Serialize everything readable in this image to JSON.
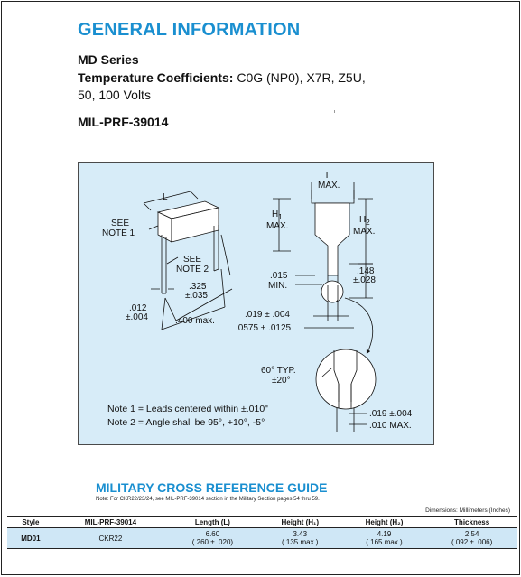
{
  "header": {
    "title": "GENERAL INFORMATION",
    "series": "MD Series",
    "tempco_label": "Temperature Coefficients:",
    "tempco_values": " C0G (NP0), X7R, Z5U,",
    "voltages": "50, 100 Volts",
    "mil_spec": "MIL-PRF-39014"
  },
  "diagram": {
    "label_L": "L",
    "label_see_note_1_a": "SEE",
    "label_see_note_1_b": "NOTE 1",
    "label_see_note_2_a": "SEE",
    "label_see_note_2_b": "NOTE 2",
    "dim_325_a": ".325",
    "dim_325_b": "±.035",
    "dim_012_a": ".012",
    "dim_012_b": "±.004",
    "dim_400": ".400 max.",
    "label_T": "T",
    "label_T_max": "MAX.",
    "label_H1": "H",
    "label_H1_sub": "1",
    "label_H1_max": "MAX.",
    "label_H2": "H",
    "label_H2_sub": "2",
    "label_H2_max": "MAX.",
    "dim_015_a": ".015",
    "dim_015_b": "MIN.",
    "dim_148_a": ".148",
    "dim_148_b": "±.028",
    "dim_019": ".019 ± .004",
    "dim_0575": ".0575 ± .0125",
    "angle_a": "60° TYP.",
    "angle_b": "±20°",
    "dim_019_b": ".019 ±.004",
    "dim_010": ".010 MAX.",
    "note_1": "Note 1 = Leads centered within ±.010\"",
    "note_2": "Note 2 = Angle shall be 95°, +10°, -5°"
  },
  "guide": {
    "title": "MILITARY CROSS REFERENCE GUIDE",
    "note": "Note: For CKR22/23/24, see MIL-PRF-39014 section in the Military Section pages 54 thru 59.",
    "dims_unit": "Dimensions: Millimeters (Inches)",
    "columns": [
      "Style",
      "MIL-PRF-39014",
      "Length (L)",
      "Height (H₁)",
      "Height (H₂)",
      "Thickness"
    ],
    "rows": [
      {
        "style": "MD01",
        "mil": "CKR22",
        "length_a": "6.60",
        "length_b": "(.260 ± .020)",
        "h1_a": "3.43",
        "h1_b": "(.135 max.)",
        "h2_a": "4.19",
        "h2_b": "(.165 max.)",
        "thick_a": "2.54",
        "thick_b": "(.092 ± .006)"
      }
    ]
  },
  "colors": {
    "accent": "#1a8fd0",
    "diagram_bg": "#d7ecf8",
    "table_row_bg": "#cfe7f6"
  }
}
